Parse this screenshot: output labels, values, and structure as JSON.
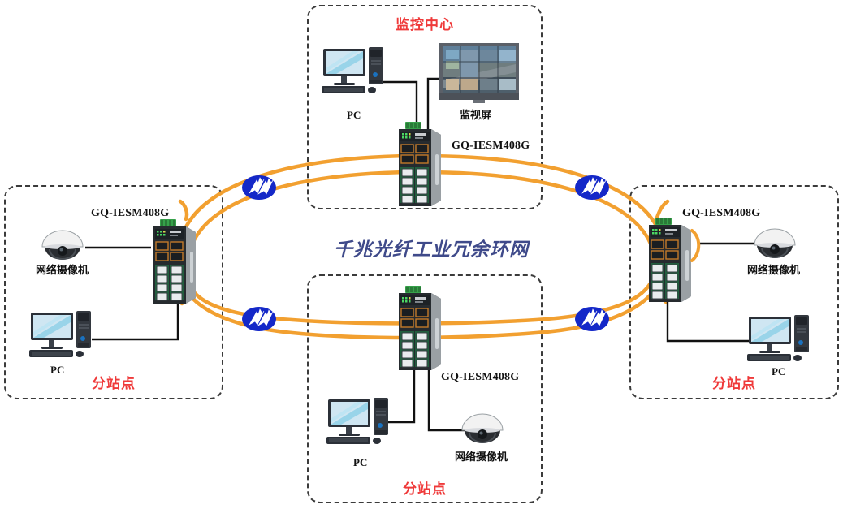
{
  "diagram": {
    "title": "千兆光纤工业冗余环网",
    "ring_caption": "千兆光纤工业冗余环网",
    "accent_ring_color": "#F2A030",
    "zone_border_color": "#3b3b3b",
    "zone_title_color": "#EF3A3A",
    "caption_color": "#3F4A8A"
  },
  "zones": [
    {
      "id": "monitoring-center",
      "title": "监控中心",
      "title_position": "top",
      "devices": [
        {
          "kind": "pc",
          "label": "PC"
        },
        {
          "kind": "video-wall",
          "label": "监视屏"
        },
        {
          "kind": "switch",
          "label": "GQ-IESM408G"
        }
      ]
    },
    {
      "id": "substation-left",
      "title": "分站点",
      "title_position": "bottom",
      "devices": [
        {
          "kind": "switch",
          "label": "GQ-IESM408G"
        },
        {
          "kind": "camera",
          "label": "网络摄像机"
        },
        {
          "kind": "pc",
          "label": "PC"
        }
      ]
    },
    {
      "id": "substation-right",
      "title": "分站点",
      "title_position": "bottom",
      "devices": [
        {
          "kind": "switch",
          "label": "GQ-IESM408G"
        },
        {
          "kind": "camera",
          "label": "网络摄像机"
        },
        {
          "kind": "pc",
          "label": "PC"
        }
      ]
    },
    {
      "id": "substation-bottom",
      "title": "分站点",
      "title_position": "bottom",
      "devices": [
        {
          "kind": "switch",
          "label": "GQ-IESM408G"
        },
        {
          "kind": "pc",
          "label": "PC"
        },
        {
          "kind": "camera",
          "label": "网络摄像机"
        }
      ]
    }
  ],
  "labels": {
    "center_zone_title": "监控中心",
    "left_zone_title": "分站点",
    "right_zone_title": "分站点",
    "bottom_zone_title": "分站点",
    "pc": "PC",
    "camera": "网络摄像机",
    "video_wall": "监视屏",
    "switch_model": "GQ-IESM408G"
  },
  "link_nodes": [
    {
      "id": "fiber-node-top-left",
      "icon": "fiber-link-icon"
    },
    {
      "id": "fiber-node-top-right",
      "icon": "fiber-link-icon"
    },
    {
      "id": "fiber-node-bottom-left",
      "icon": "fiber-link-icon"
    },
    {
      "id": "fiber-node-bottom-right",
      "icon": "fiber-link-icon"
    }
  ]
}
